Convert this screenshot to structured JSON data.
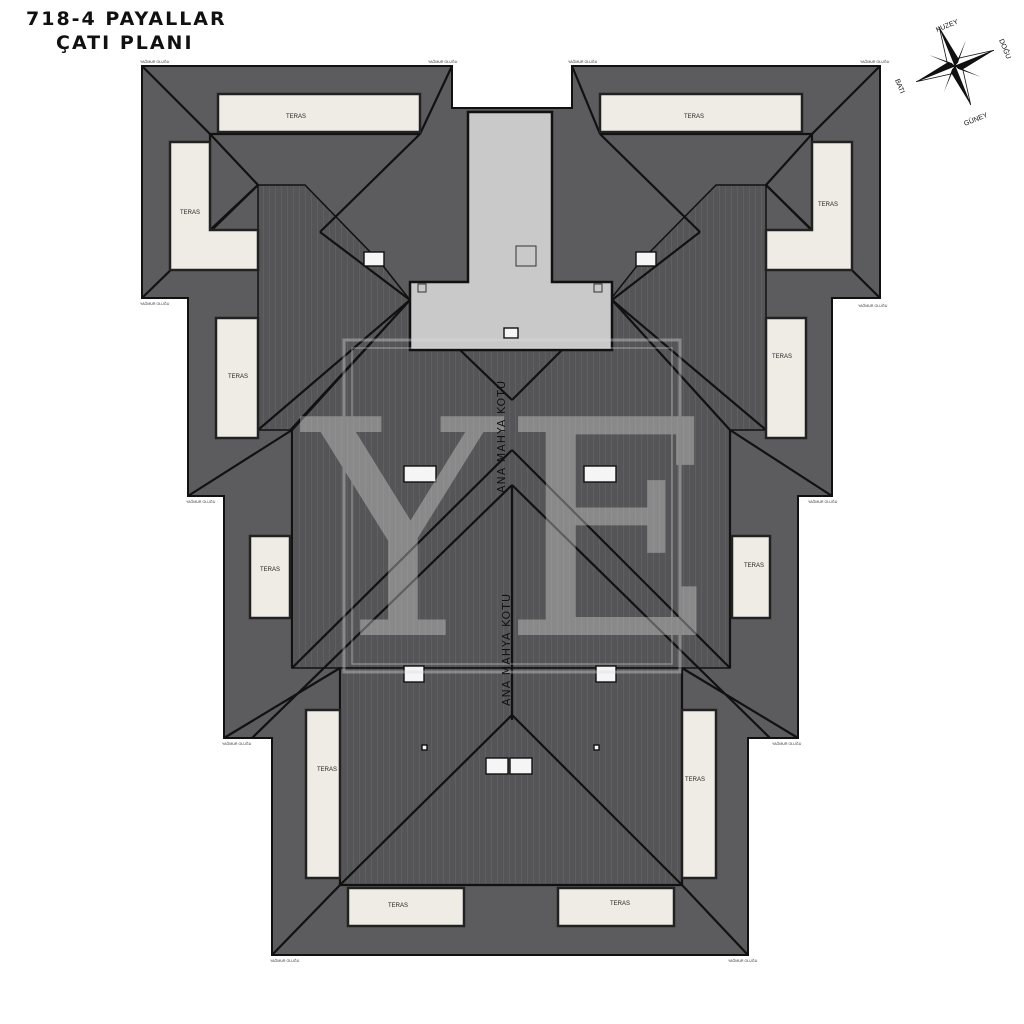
{
  "title": {
    "line1": "718-4 PAYALLAR",
    "line2": "ÇATI PLANI"
  },
  "compass": {
    "north": "KUZEY",
    "east": "DOĞU",
    "west": "BATI",
    "south": "GÜNEY"
  },
  "terrace_label": "TERAS",
  "ridge_label": "ANA MAHYA KOTU",
  "downspout_label": "YAĞMUR OLUĞU",
  "watermark": "YE"
}
